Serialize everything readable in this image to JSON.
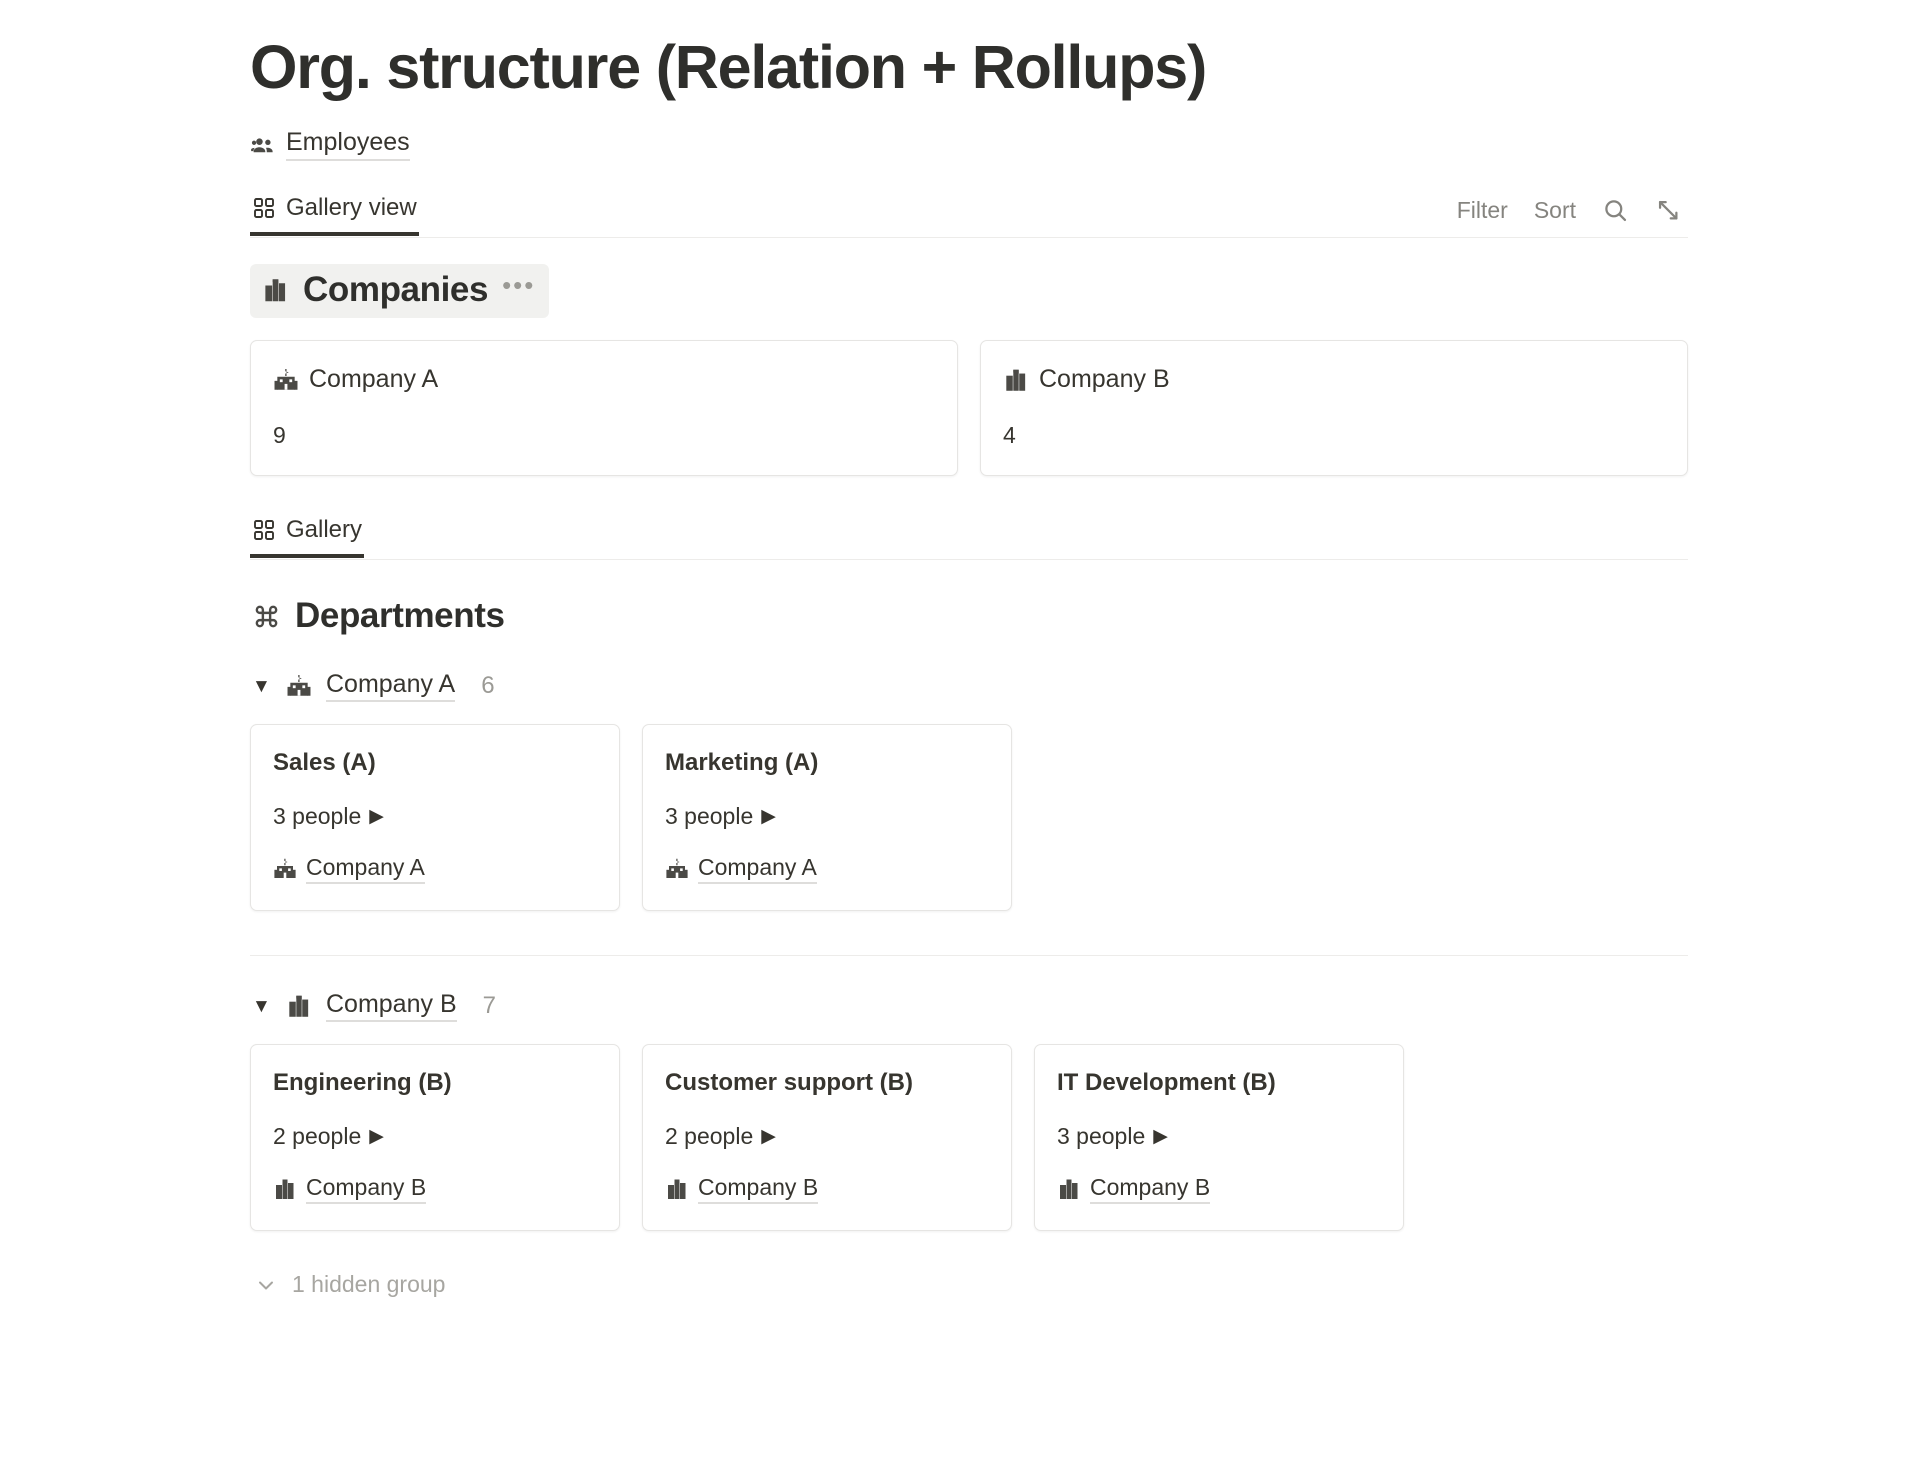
{
  "page": {
    "title": "Org. structure (Relation + Rollups)"
  },
  "source": {
    "icon": "people-group-icon",
    "label": "Employees"
  },
  "view_tabs": {
    "active": {
      "icon": "gallery-grid-icon",
      "label": "Gallery view"
    },
    "actions": [
      {
        "name": "filter",
        "label": "Filter"
      },
      {
        "name": "sort",
        "label": "Sort"
      },
      {
        "name": "search",
        "label": "search-icon"
      },
      {
        "name": "expand",
        "label": "expand-diagonal-icon"
      }
    ]
  },
  "companies_section": {
    "icon": "city-building-icon",
    "title": "Companies",
    "menu": "•••",
    "cards": [
      {
        "icon": "school-building-icon",
        "title": "Company A",
        "value": "9"
      },
      {
        "icon": "city-building-icon",
        "title": "Company B",
        "value": "4"
      }
    ]
  },
  "gallery_tab": {
    "icon": "gallery-grid-icon",
    "label": "Gallery"
  },
  "departments_section": {
    "icon": "command-icon",
    "title": "Departments",
    "groups": [
      {
        "caret": "▼",
        "icon": "school-building-icon",
        "name": "Company A",
        "count": "6",
        "cards": [
          {
            "title": "Sales (A)",
            "people": "3 people",
            "people_caret": "▶",
            "relation_icon": "school-building-icon",
            "relation": "Company A"
          },
          {
            "title": "Marketing (A)",
            "people": "3 people",
            "people_caret": "▶",
            "relation_icon": "school-building-icon",
            "relation": "Company A"
          }
        ]
      },
      {
        "caret": "▼",
        "icon": "city-building-icon",
        "name": "Company B",
        "count": "7",
        "cards": [
          {
            "title": "Engineering (B)",
            "people": "2 people",
            "people_caret": "▶",
            "relation_icon": "city-building-icon",
            "relation": "Company B"
          },
          {
            "title": "Customer support (B)",
            "people": "2 people",
            "people_caret": "▶",
            "relation_icon": "city-building-icon",
            "relation": "Company B"
          },
          {
            "title": "IT Development (B)",
            "people": "3 people",
            "people_caret": "▶",
            "relation_icon": "city-building-icon",
            "relation": "Company B"
          }
        ]
      }
    ],
    "hidden_group": {
      "caret": "⌄",
      "label": "1 hidden group"
    }
  },
  "colors": {
    "text": "#37352f",
    "muted": "#9b9a95",
    "border": "#e6e5e3",
    "highlight_bg": "#f1f1ef"
  }
}
